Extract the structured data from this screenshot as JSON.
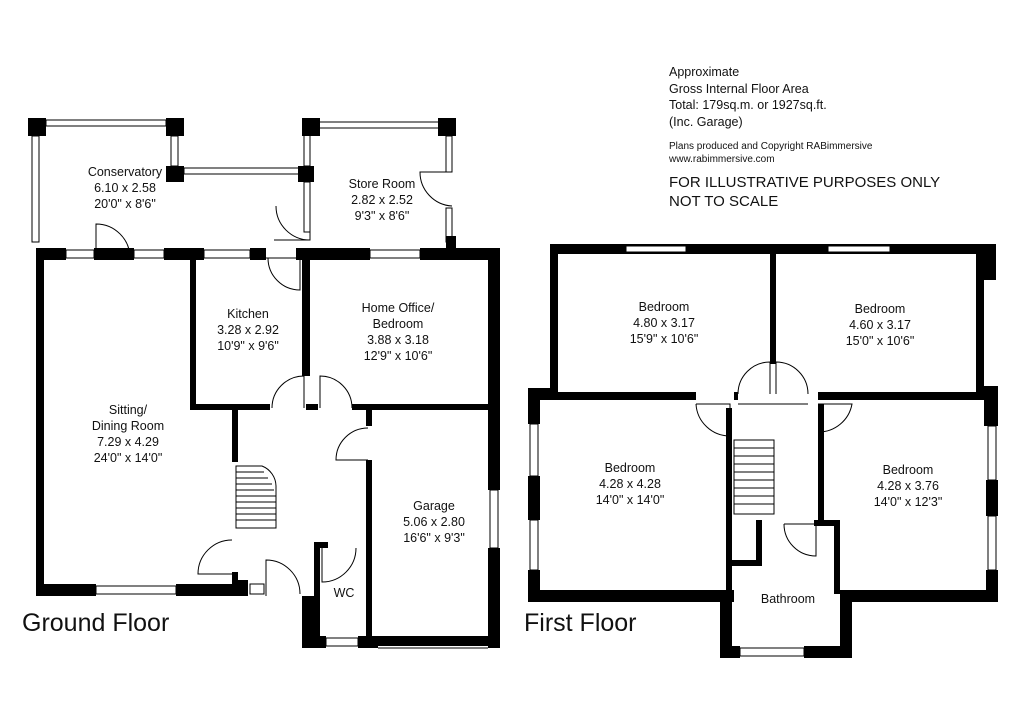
{
  "area_info": {
    "line1": "Approximate",
    "line2": "Gross Internal Floor Area",
    "line3": "Total: 179sq.m. or 1927sq.ft.",
    "line4": "(Inc. Garage)"
  },
  "credit": {
    "line1": "Plans produced and Copyright RABimmersive",
    "line2": "www.rabimmersive.com"
  },
  "disclaimer": {
    "line1": "FOR ILLUSTRATIVE PURPOSES ONLY",
    "line2": "NOT TO SCALE"
  },
  "ground_floor": {
    "title": "Ground Floor",
    "conservatory": {
      "name": "Conservatory",
      "metric": "6.10 x 2.58",
      "imperial": "20'0\" x 8'6\""
    },
    "store_room": {
      "name": "Store Room",
      "metric": "2.82 x 2.52",
      "imperial": "9'3\" x 8'6\""
    },
    "kitchen": {
      "name": "Kitchen",
      "metric": "3.28 x 2.92",
      "imperial": "10'9\" x 9'6\""
    },
    "home_office": {
      "name1": "Home Office/",
      "name2": "Bedroom",
      "metric": "3.88 x 3.18",
      "imperial": "12'9\" x 10'6\""
    },
    "sitting_room": {
      "name1": "Sitting/",
      "name2": "Dining Room",
      "metric": "7.29 x 4.29",
      "imperial": "24'0\" x 14'0\""
    },
    "garage": {
      "name": "Garage",
      "metric": "5.06 x 2.80",
      "imperial": "16'6\" x 9'3\""
    },
    "wc": {
      "name": "WC"
    }
  },
  "first_floor": {
    "title": "First Floor",
    "bedroom_1": {
      "name": "Bedroom",
      "metric": "4.80 x 3.17",
      "imperial": "15'9\" x 10'6\""
    },
    "bedroom_2": {
      "name": "Bedroom",
      "metric": "4.60 x 3.17",
      "imperial": "15'0\" x 10'6\""
    },
    "bedroom_3": {
      "name": "Bedroom",
      "metric": "4.28 x 4.28",
      "imperial": "14'0\" x 14'0\""
    },
    "bedroom_4": {
      "name": "Bedroom",
      "metric": "4.28 x 3.76",
      "imperial": "14'0\" x 12'3\""
    },
    "bathroom": {
      "name": "Bathroom"
    }
  }
}
